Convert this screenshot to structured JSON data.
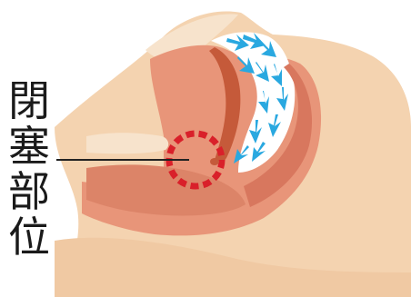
{
  "label": {
    "chars": [
      "閉",
      "塞",
      "部",
      "位"
    ],
    "text": "閉塞部位"
  },
  "colors": {
    "skin": "#f4d3b0",
    "skin_outline": "#f7e3cc",
    "flesh": "#e89579",
    "flesh_dark": "#d8775e",
    "tongue": "#c55a3a",
    "airway": "#ffffff",
    "arrow": "#29a8e0",
    "ring": "#d9202a",
    "leader": "#222222"
  },
  "icons": {
    "arrows": "airflow-arrow-icon",
    "ring": "obstruction-ring-icon"
  }
}
